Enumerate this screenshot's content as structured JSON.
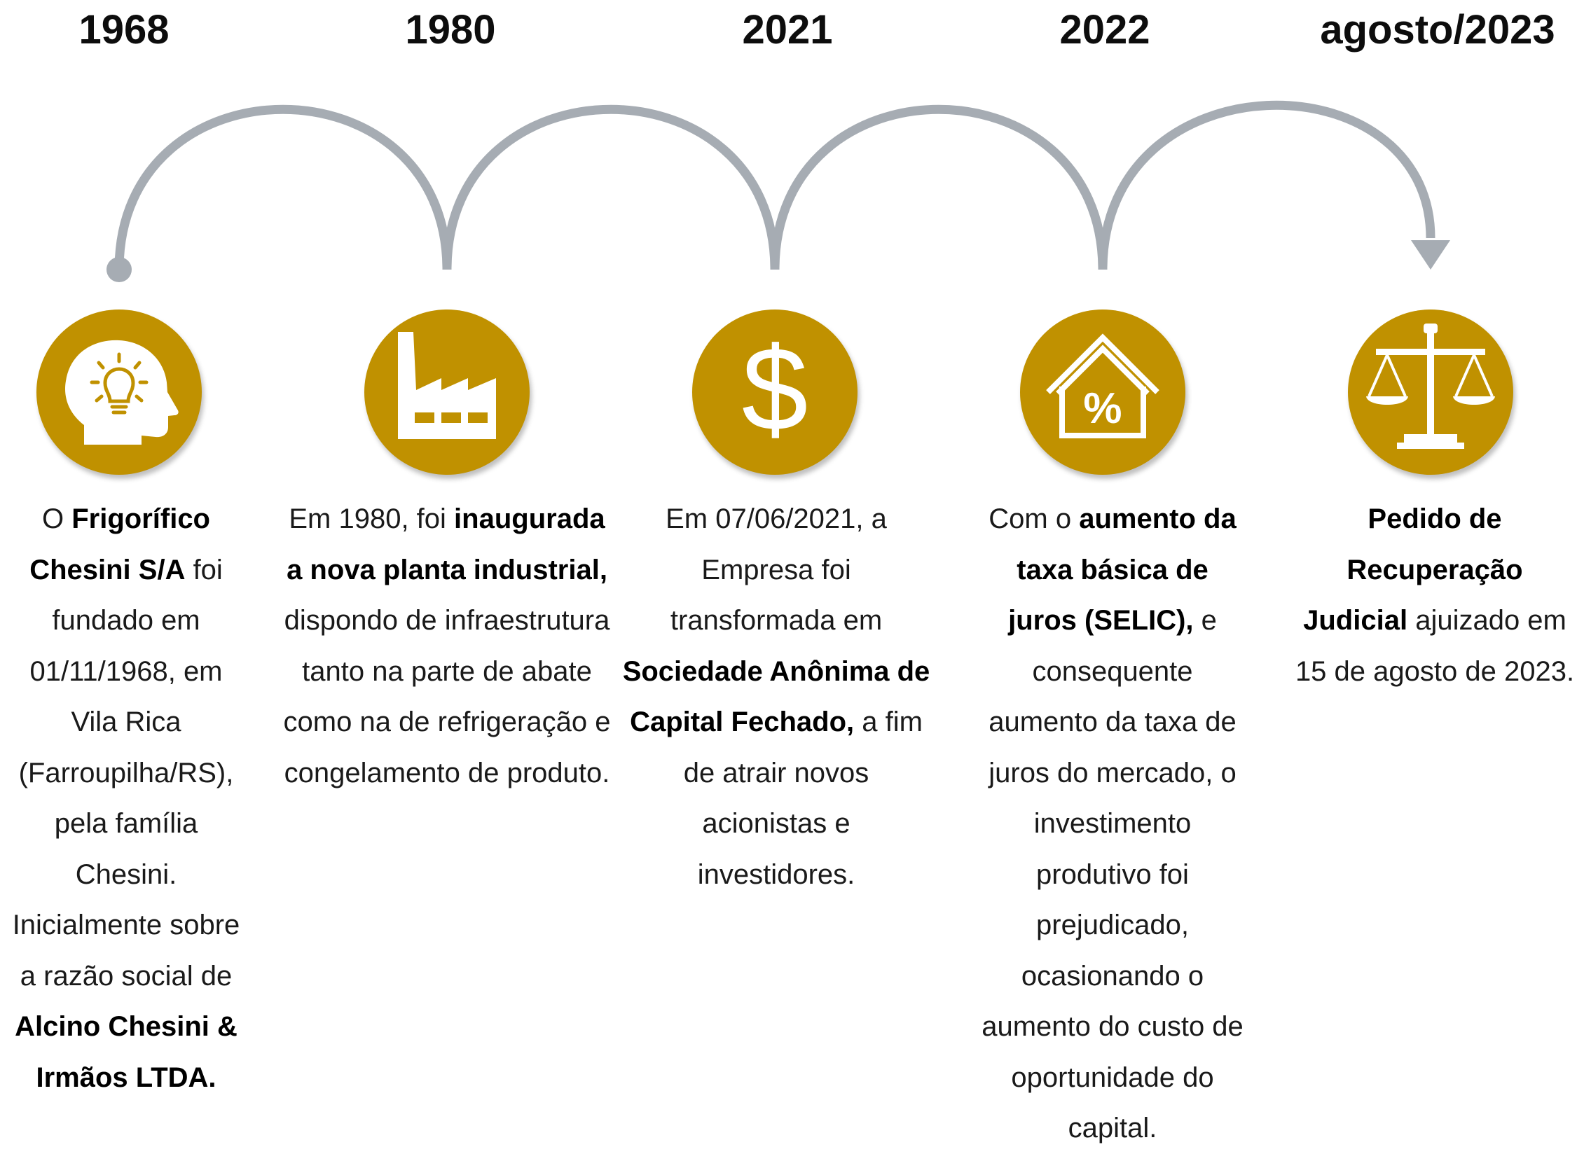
{
  "accent_color": "#c09100",
  "arc_color": "#a6acb3",
  "milestones": [
    {
      "year": "1968",
      "icon": "head-lightbulb-icon",
      "description": [
        {
          "t": "O ",
          "b": false
        },
        {
          "t": "Frigorífico Chesini S/A",
          "b": true
        },
        {
          "t": " foi fundado em 01/11/1968, em Vila Rica (Farroupilha/RS), pela família Chesini. Inicialmente sobre a razão social de ",
          "b": false
        },
        {
          "t": "Alcino Chesini & Irmãos LTDA.",
          "b": true
        }
      ]
    },
    {
      "year": "1980",
      "icon": "factory-icon",
      "description": [
        {
          "t": "Em 1980, foi ",
          "b": false
        },
        {
          "t": "inaugurada a nova planta industrial,",
          "b": true
        },
        {
          "t": " dispondo de infraestrutura tanto na parte de abate como na de refrigeração e congelamento de produto.",
          "b": false
        }
      ]
    },
    {
      "year": "2021",
      "icon": "dollar-sign-icon",
      "description": [
        {
          "t": "Em 07/06/2021, a Empresa foi transformada em ",
          "b": false
        },
        {
          "t": "Sociedade Anônima de Capital Fechado,",
          "b": true
        },
        {
          "t": " a fim de atrair novos acionistas e investidores.",
          "b": false
        }
      ]
    },
    {
      "year": "2022",
      "icon": "house-percent-icon",
      "description": [
        {
          "t": "Com o ",
          "b": false
        },
        {
          "t": "aumento da taxa básica de juros (SELIC),",
          "b": true
        },
        {
          "t": " e consequente aumento da taxa de juros do mercado, o investimento produtivo foi prejudicado, ocasionando o aumento do custo de oportunidade do capital.",
          "b": false
        }
      ]
    },
    {
      "year": "agosto/2023",
      "icon": "scales-of-justice-icon",
      "description": [
        {
          "t": "Pedido de Recuperação Judicial",
          "b": true
        },
        {
          "t": " ajuizado em 15 de agosto de 2023.",
          "b": false
        }
      ]
    }
  ]
}
